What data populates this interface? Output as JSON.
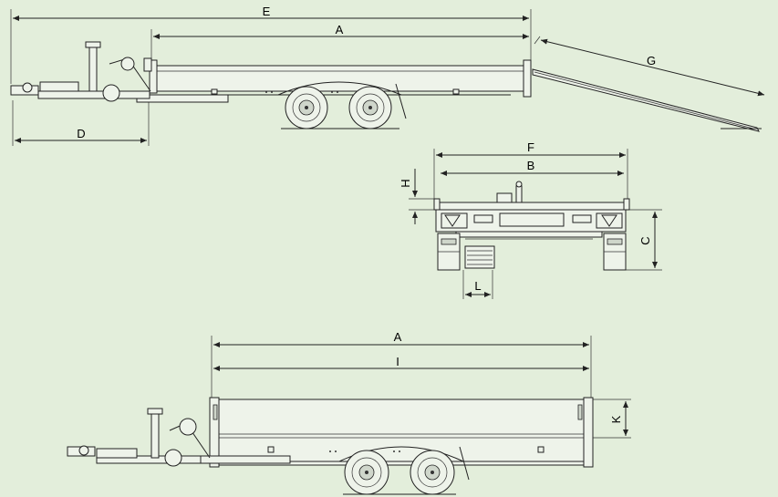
{
  "background": "#e3eedb",
  "line_color": "#222222",
  "views": {
    "top_side": {
      "dims": {
        "E": "E",
        "A": "A",
        "G": "G",
        "D": "D"
      }
    },
    "rear": {
      "dims": {
        "F": "F",
        "B": "B",
        "H": "H",
        "C": "C",
        "L": "L"
      }
    },
    "bottom_side": {
      "dims": {
        "A": "A",
        "I": "I",
        "K": "K"
      }
    }
  }
}
